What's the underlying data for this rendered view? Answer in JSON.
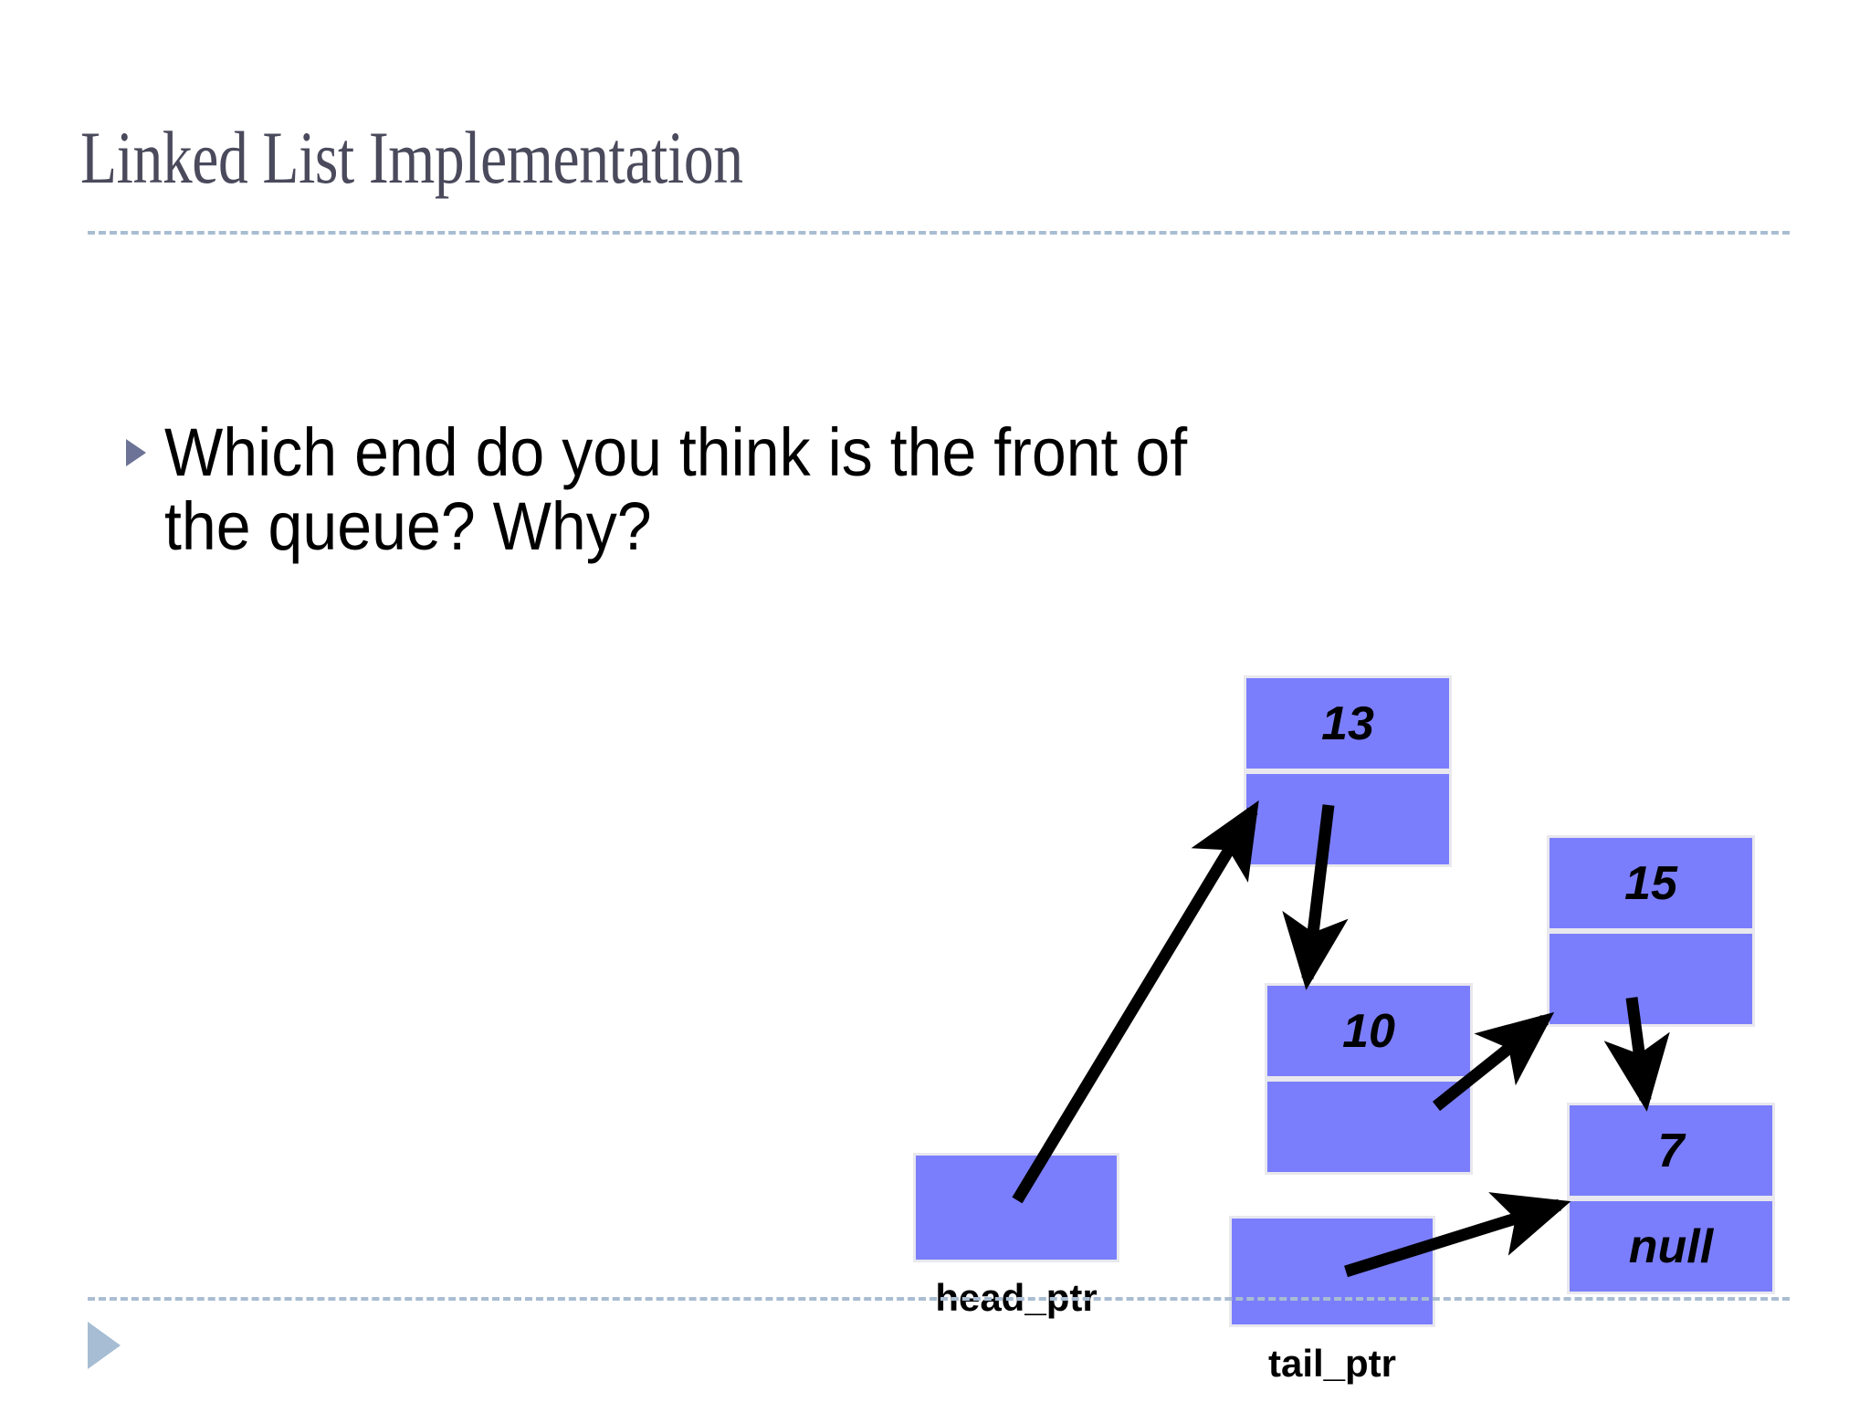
{
  "slide": {
    "title": "Linked List Implementation",
    "bullet_text": "Which end do you think is the front of the queue?  Why?",
    "bullet_marker_icon": "triangle-right-icon",
    "footer_marker_icon": "triangle-right-icon",
    "colors": {
      "title": "#4a4a5c",
      "rule": "#a9bdd2",
      "bullet_marker": "#6d7396",
      "footer_marker": "#a6bdd4",
      "node_fill": "#7b7efc",
      "node_border": "#e8e8ee",
      "arrow": "#000000",
      "background": "#ffffff"
    }
  },
  "diagram": {
    "type": "linked-list",
    "nodes": [
      {
        "id": "node13",
        "data": "13",
        "next": ""
      },
      {
        "id": "node10",
        "data": "10",
        "next": ""
      },
      {
        "id": "node15",
        "data": "15",
        "next": ""
      },
      {
        "id": "node7",
        "data": "7",
        "next": "null"
      }
    ],
    "pointers": [
      {
        "id": "head",
        "label": "head_ptr",
        "target": "node13"
      },
      {
        "id": "tail",
        "label": "tail_ptr",
        "target": "node7"
      }
    ],
    "links": [
      {
        "from": "head",
        "to": "node13"
      },
      {
        "from": "node13",
        "to": "node10"
      },
      {
        "from": "node10",
        "to": "node15"
      },
      {
        "from": "node15",
        "to": "node7"
      },
      {
        "from": "tail",
        "to": "node7"
      }
    ]
  }
}
